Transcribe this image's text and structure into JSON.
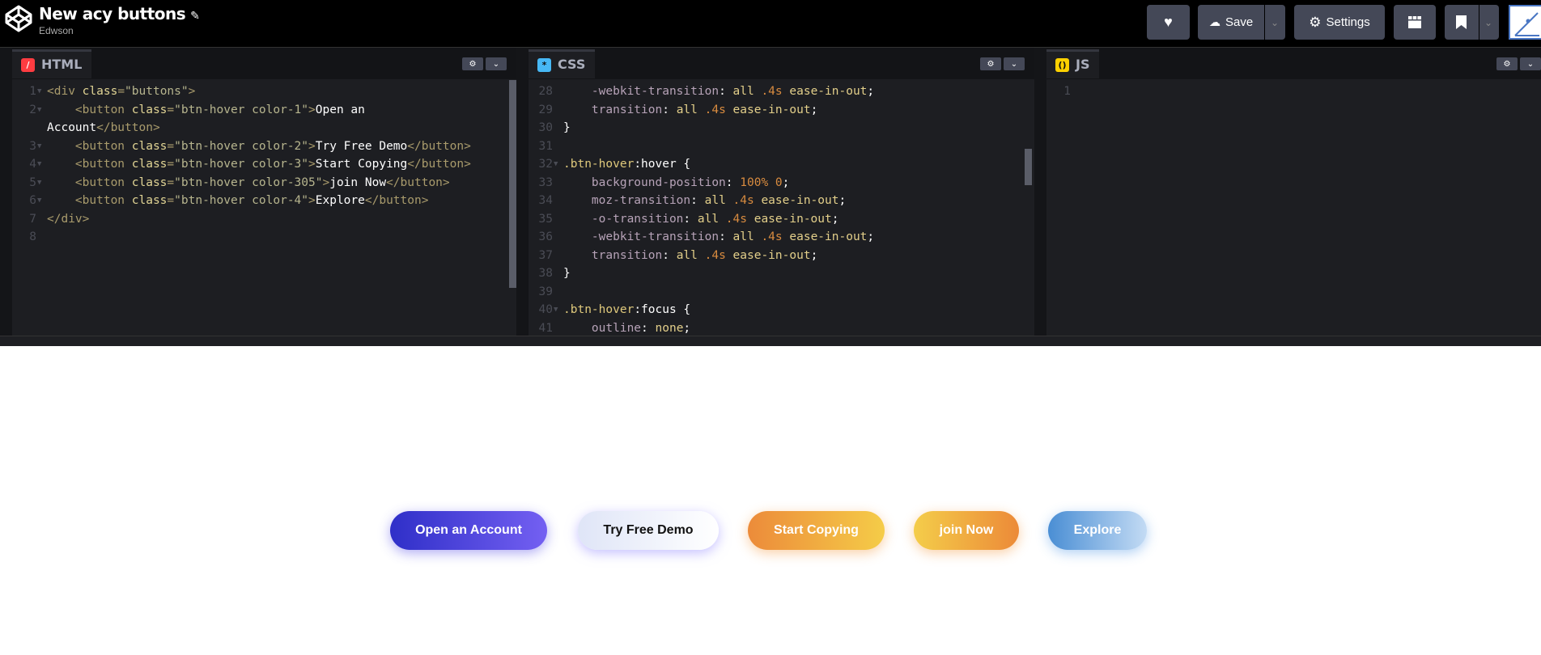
{
  "header": {
    "title": "New acy buttons",
    "author": "Edwson",
    "save_label": "Save",
    "settings_label": "Settings",
    "icons": {
      "logo": "codepen-logo",
      "edit": "pencil-icon",
      "heart": "heart-icon",
      "save": "cloud-icon",
      "settings": "gear-icon",
      "layout": "layout-icon",
      "bookmark": "bookmark-icon"
    }
  },
  "editors": {
    "html": {
      "label": "HTML",
      "icon_color": "#ff3c41",
      "lines": [
        {
          "n": "1",
          "fold": true,
          "tokens": [
            [
              "tag",
              "<div "
            ],
            [
              "attr",
              "class"
            ],
            [
              "tag",
              "="
            ],
            [
              "str",
              "\"buttons\""
            ],
            [
              "tag",
              ">"
            ]
          ]
        },
        {
          "n": "2",
          "fold": true,
          "tokens": [
            [
              "tag",
              "    <button "
            ],
            [
              "attr",
              "class"
            ],
            [
              "tag",
              "="
            ],
            [
              "str",
              "\"btn-hover color-1\""
            ],
            [
              "tag",
              ">"
            ],
            [
              "text",
              "Open an"
            ]
          ]
        },
        {
          "n": "",
          "fold": false,
          "tokens": [
            [
              "text",
              "Account"
            ],
            [
              "tag",
              "</button>"
            ]
          ]
        },
        {
          "n": "3",
          "fold": true,
          "tokens": [
            [
              "tag",
              "    <button "
            ],
            [
              "attr",
              "class"
            ],
            [
              "tag",
              "="
            ],
            [
              "str",
              "\"btn-hover color-2\""
            ],
            [
              "tag",
              ">"
            ],
            [
              "text",
              "Try Free Demo"
            ],
            [
              "tag",
              "</button>"
            ]
          ]
        },
        {
          "n": "4",
          "fold": true,
          "tokens": [
            [
              "tag",
              "    <button "
            ],
            [
              "attr",
              "class"
            ],
            [
              "tag",
              "="
            ],
            [
              "str",
              "\"btn-hover color-3\""
            ],
            [
              "tag",
              ">"
            ],
            [
              "text",
              "Start Copying"
            ],
            [
              "tag",
              "</button>"
            ]
          ]
        },
        {
          "n": "5",
          "fold": true,
          "tokens": [
            [
              "tag",
              "    <button "
            ],
            [
              "attr",
              "class"
            ],
            [
              "tag",
              "="
            ],
            [
              "str",
              "\"btn-hover color-305\""
            ],
            [
              "tag",
              ">"
            ],
            [
              "text",
              "join Now"
            ],
            [
              "tag",
              "</button>"
            ]
          ]
        },
        {
          "n": "6",
          "fold": true,
          "tokens": [
            [
              "tag",
              "    <button "
            ],
            [
              "attr",
              "class"
            ],
            [
              "tag",
              "="
            ],
            [
              "str",
              "\"btn-hover color-4\""
            ],
            [
              "tag",
              ">"
            ],
            [
              "text",
              "Explore"
            ],
            [
              "tag",
              "</button>"
            ]
          ]
        },
        {
          "n": "7",
          "fold": false,
          "tokens": [
            [
              "tag",
              "</div>"
            ]
          ]
        },
        {
          "n": "8",
          "fold": false,
          "tokens": []
        }
      ]
    },
    "css": {
      "label": "CSS",
      "icon_color": "#47b8f5",
      "lines": [
        {
          "n": "28",
          "fold": false,
          "tokens": [
            [
              "prop",
              "    -webkit-transition"
            ],
            [
              "pl",
              ": "
            ],
            [
              "val",
              "all "
            ],
            [
              "num",
              ".4s "
            ],
            [
              "val",
              "ease-in-out"
            ],
            [
              "pl",
              ";"
            ]
          ]
        },
        {
          "n": "29",
          "fold": false,
          "tokens": [
            [
              "prop",
              "    transition"
            ],
            [
              "pl",
              ": "
            ],
            [
              "val",
              "all "
            ],
            [
              "num",
              ".4s "
            ],
            [
              "val",
              "ease-in-out"
            ],
            [
              "pl",
              ";"
            ]
          ]
        },
        {
          "n": "30",
          "fold": false,
          "tokens": [
            [
              "pl",
              "}"
            ]
          ]
        },
        {
          "n": "31",
          "fold": false,
          "tokens": []
        },
        {
          "n": "32",
          "fold": true,
          "tokens": [
            [
              "sel",
              ".btn-hover"
            ],
            [
              "pl",
              ":hover {"
            ]
          ]
        },
        {
          "n": "33",
          "fold": false,
          "tokens": [
            [
              "prop",
              "    background-position"
            ],
            [
              "pl",
              ": "
            ],
            [
              "num",
              "100% 0"
            ],
            [
              "pl",
              ";"
            ]
          ]
        },
        {
          "n": "34",
          "fold": false,
          "tokens": [
            [
              "prop",
              "    moz-transition"
            ],
            [
              "pl",
              ": "
            ],
            [
              "val",
              "all "
            ],
            [
              "num",
              ".4s "
            ],
            [
              "val",
              "ease-in-out"
            ],
            [
              "pl",
              ";"
            ]
          ]
        },
        {
          "n": "35",
          "fold": false,
          "tokens": [
            [
              "prop",
              "    -o-transition"
            ],
            [
              "pl",
              ": "
            ],
            [
              "val",
              "all "
            ],
            [
              "num",
              ".4s "
            ],
            [
              "val",
              "ease-in-out"
            ],
            [
              "pl",
              ";"
            ]
          ]
        },
        {
          "n": "36",
          "fold": false,
          "tokens": [
            [
              "prop",
              "    -webkit-transition"
            ],
            [
              "pl",
              ": "
            ],
            [
              "val",
              "all "
            ],
            [
              "num",
              ".4s "
            ],
            [
              "val",
              "ease-in-out"
            ],
            [
              "pl",
              ";"
            ]
          ]
        },
        {
          "n": "37",
          "fold": false,
          "tokens": [
            [
              "prop",
              "    transition"
            ],
            [
              "pl",
              ": "
            ],
            [
              "val",
              "all "
            ],
            [
              "num",
              ".4s "
            ],
            [
              "val",
              "ease-in-out"
            ],
            [
              "pl",
              ";"
            ]
          ]
        },
        {
          "n": "38",
          "fold": false,
          "tokens": [
            [
              "pl",
              "}"
            ]
          ]
        },
        {
          "n": "39",
          "fold": false,
          "tokens": []
        },
        {
          "n": "40",
          "fold": true,
          "tokens": [
            [
              "sel",
              ".btn-hover"
            ],
            [
              "pl",
              ":focus {"
            ]
          ]
        },
        {
          "n": "41",
          "fold": false,
          "tokens": [
            [
              "prop",
              "    outline"
            ],
            [
              "pl",
              ": "
            ],
            [
              "val",
              "none"
            ],
            [
              "pl",
              ";"
            ]
          ]
        }
      ]
    },
    "js": {
      "label": "JS",
      "icon_color": "#fcd000",
      "lines": [
        {
          "n": "1",
          "fold": false,
          "tokens": []
        }
      ]
    }
  },
  "preview": {
    "buttons": [
      {
        "label": "Open an Account",
        "from": "#2f2fc8",
        "to": "#7460f2",
        "text": "#ffffff",
        "glow": "rgba(80,70,230,.45)"
      },
      {
        "label": "Try Free Demo",
        "from": "#dfe5f7",
        "to": "#ffffff",
        "text": "#111111",
        "glow": "rgba(150,140,255,.55)"
      },
      {
        "label": "Start Copying",
        "from": "#ec8b3a",
        "to": "#f5cc48",
        "text": "#ffffff",
        "glow": "rgba(245,150,60,.45)"
      },
      {
        "label": "join Now",
        "from": "#f4cd4a",
        "to": "#ec8a38",
        "text": "#ffffff",
        "glow": "rgba(245,150,60,.45)"
      },
      {
        "label": "Explore",
        "from": "#4a8ed4",
        "to": "#c3dbf4",
        "text": "#ffffff",
        "glow": "rgba(80,150,230,.45)"
      }
    ]
  }
}
